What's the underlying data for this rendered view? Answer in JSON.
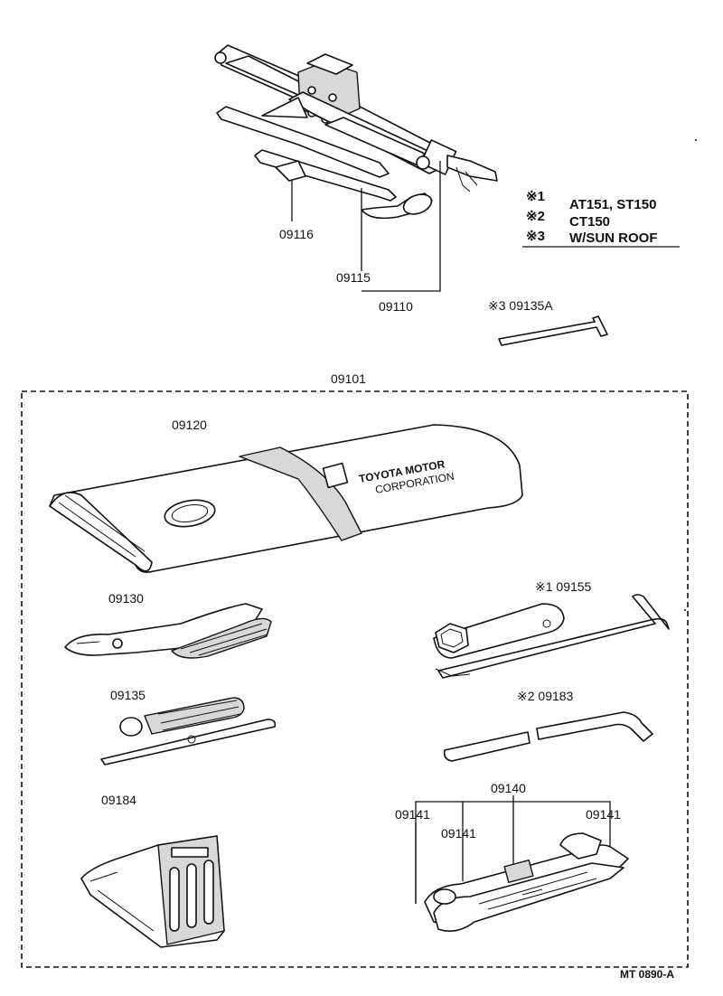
{
  "legend": {
    "rows": [
      {
        "mark": "※1",
        "text": "AT151, ST150"
      },
      {
        "mark": "※2",
        "text": "CT150"
      },
      {
        "mark": "※3",
        "text": "W/SUN ROOF"
      }
    ]
  },
  "parts": {
    "p09116": "09116",
    "p09115": "09115",
    "p09110": "09110",
    "p09135a": "※3 09135A",
    "p09101": "09101",
    "p09120": "09120",
    "p09130": "09130",
    "p09155": "※1 09155",
    "p09135": "09135",
    "p09183": "※2 09183",
    "p09184": "09184",
    "p09140": "09140",
    "p09141_left": "09141",
    "p09141_mid": "09141",
    "p09141_right": "09141"
  },
  "bag_text": {
    "line1": "TOYOTA MOTOR",
    "line2": "CORPORATION"
  },
  "drawing_code": "MT 0890-A",
  "icons": {
    "jack": "scissor-jack-icon",
    "handle": "jack-handle-icon",
    "bag": "tool-bag-icon",
    "pliers": "pliers-icon",
    "plug_wrench": "plug-wrench-icon",
    "screwdriver": "screwdriver-icon",
    "hub_wrench": "hub-nut-wrench-icon",
    "chock": "wheel-chock-icon",
    "spanners": "spanner-set-icon",
    "hex_key": "hex-key-icon"
  }
}
